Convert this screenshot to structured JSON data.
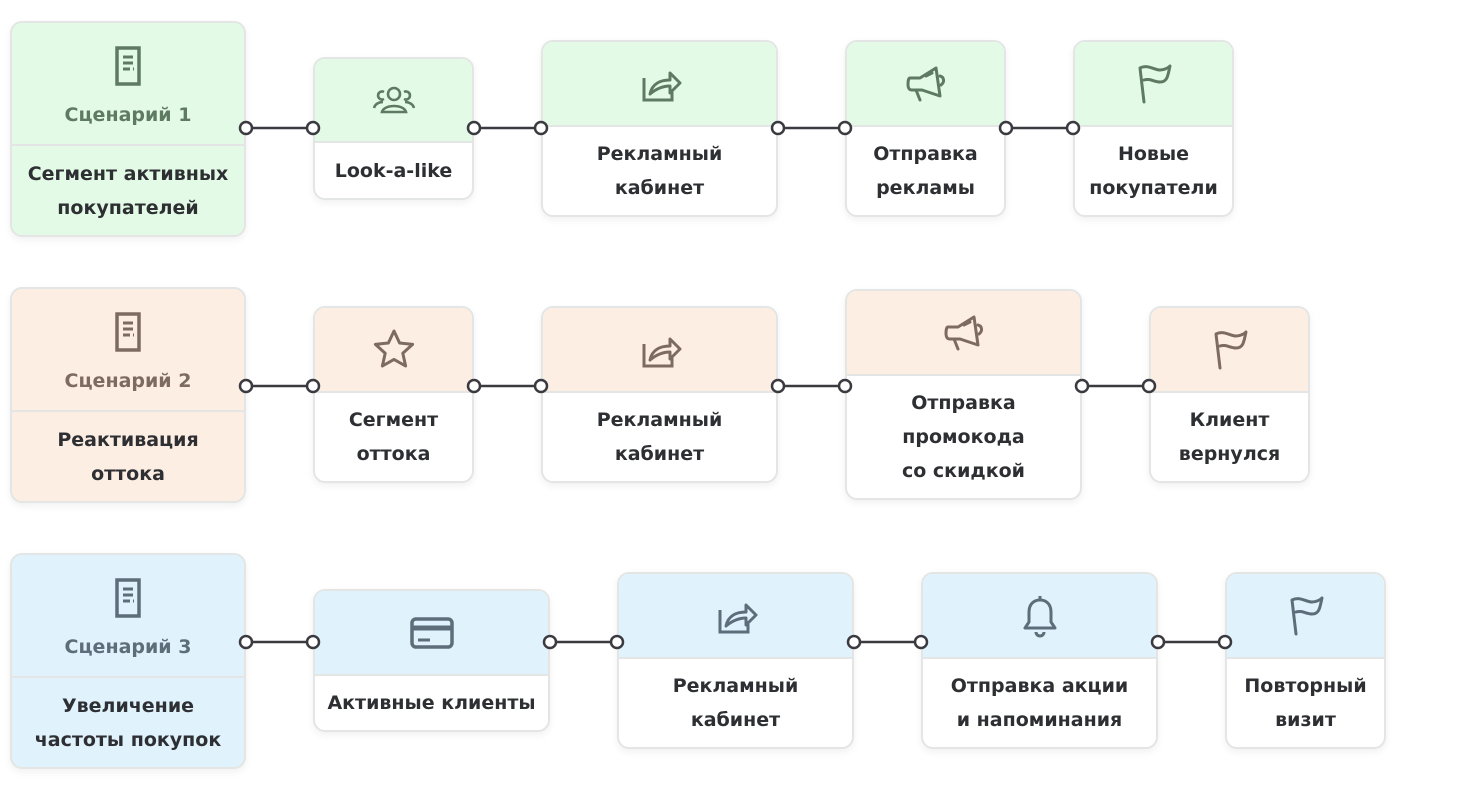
{
  "colors": {
    "green": "#e3fbe6",
    "orange": "#fdeee3",
    "blue": "#e0f2fc",
    "connector": "#3a3a40"
  },
  "rows": [
    {
      "scenario": {
        "label": "Сценарий 1",
        "title": "Сегмент активных\nпокупателей",
        "icon": "document-icon"
      },
      "steps": [
        {
          "label": "Look-a-like",
          "icon": "users-icon"
        },
        {
          "label": "Рекламный\nкабинет",
          "icon": "share-icon"
        },
        {
          "label": "Отправка\nрекламы",
          "icon": "megaphone-icon"
        },
        {
          "label": "Новые\nпокупатели",
          "icon": "flag-icon"
        }
      ]
    },
    {
      "scenario": {
        "label": "Сценарий 2",
        "title": "Реактивация\nоттока",
        "icon": "document-icon"
      },
      "steps": [
        {
          "label": "Сегмент\nоттока",
          "icon": "star-icon"
        },
        {
          "label": "Рекламный\nкабинет",
          "icon": "share-icon"
        },
        {
          "label": "Отправка\nпромокода\nсо скидкой",
          "icon": "megaphone-icon"
        },
        {
          "label": "Клиент\nвернулся",
          "icon": "flag-icon"
        }
      ]
    },
    {
      "scenario": {
        "label": "Сценарий 3",
        "title": "Увеличение\nчастоты покупок",
        "icon": "document-icon"
      },
      "steps": [
        {
          "label": "Активные клиенты",
          "icon": "credit-card-icon"
        },
        {
          "label": "Рекламный\nкабинет",
          "icon": "share-icon"
        },
        {
          "label": "Отправка акции\nи напоминания",
          "icon": "bell-icon"
        },
        {
          "label": "Повторный\nвизит",
          "icon": "flag-icon"
        }
      ]
    }
  ]
}
